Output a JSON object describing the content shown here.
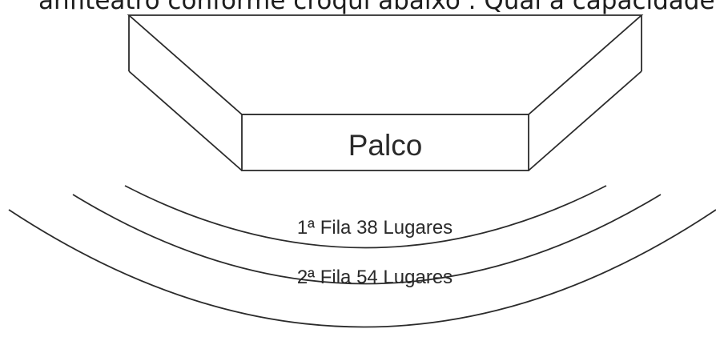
{
  "header": {
    "text": "anfiteatro conforme croqui abaixo . Qual a capacidade m"
  },
  "diagram": {
    "stage_label": "Palco",
    "rows": [
      {
        "label": "1ª Fila 38 Lugares"
      },
      {
        "label": "2ª Fila 54 Lugares"
      }
    ]
  },
  "colors": {
    "line": "#2b2b2b",
    "text": "#2a2a2a",
    "background": "#ffffff"
  }
}
